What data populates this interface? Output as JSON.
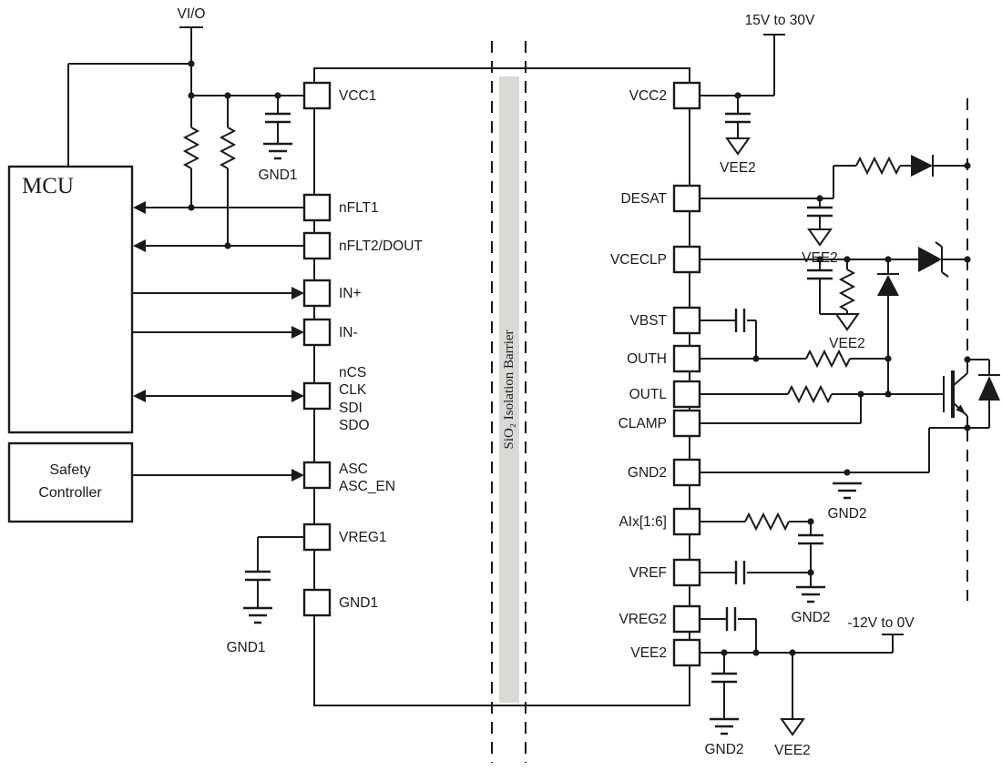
{
  "colors": {
    "barrier_band": "#d9d9d6"
  },
  "blocks": {
    "mcu_label": "MCU",
    "safety_line1": "Safety",
    "safety_line2": "Controller"
  },
  "barrier": {
    "label": "SiO₂ Isolation Barrier"
  },
  "supplies": {
    "vio": "VI/O",
    "pos_rail": "15V to 30V",
    "neg_rail": "-12V to 0V"
  },
  "grounds": {
    "gnd1_top": "GND1",
    "gnd1_bottom": "GND1",
    "gnd2_mid": "GND2",
    "gnd2_vref": "GND2",
    "gnd2_bottom": "GND2",
    "vee2_vcc2": "VEE2",
    "vee2_desat": "VEE2",
    "vee2_vceclp": "VEE2",
    "vee2_bottom": "VEE2"
  },
  "pins_left": {
    "vcc1": "VCC1",
    "nflt1": "nFLT1",
    "nflt2_dout": "nFLT2/DOUT",
    "in_plus": "IN+",
    "in_minus": "IN-",
    "ncs": "nCS",
    "clk": "CLK",
    "sdi": "SDI",
    "sdo": "SDO",
    "asc": "ASC",
    "asc_en": "ASC_EN",
    "vreg1": "VREG1",
    "gnd1": "GND1"
  },
  "pins_right": {
    "vcc2": "VCC2",
    "desat": "DESAT",
    "vceclp": "VCECLP",
    "vbst": "VBST",
    "outh": "OUTH",
    "outl": "OUTL",
    "clamp": "CLAMP",
    "gnd2": "GND2",
    "aix": "AIx[1:6]",
    "vref": "VREF",
    "vreg2": "VREG2",
    "vee2": "VEE2"
  }
}
